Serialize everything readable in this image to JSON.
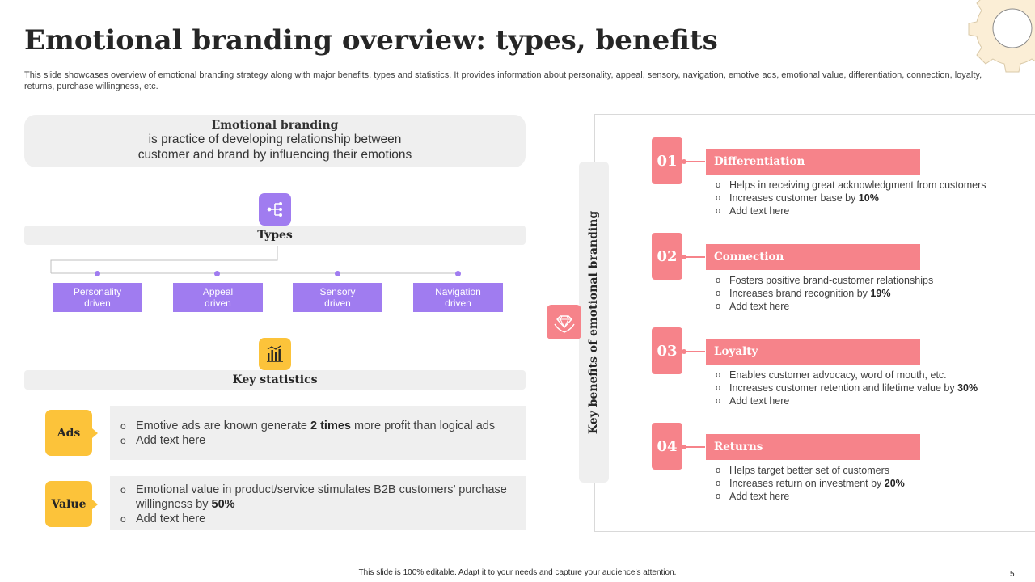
{
  "title": "Emotional branding overview: types, benefits",
  "subtitle": "This slide showcases overview of emotional branding strategy along with major benefits, types and statistics. It provides information about personality, appeal, sensory, navigation, emotive ads, emotional value, differentiation, connection, loyalty, returns, purchase willingness, etc.",
  "definition": {
    "heading": "Emotional branding",
    "line1": "is practice of developing relationship between",
    "line2": "customer and brand by influencing their emotions"
  },
  "types": {
    "heading": "Types",
    "icon": "hierarchy-icon",
    "items": [
      {
        "line1": "Personality",
        "line2": "driven"
      },
      {
        "line1": "Appeal",
        "line2": "driven"
      },
      {
        "line1": "Sensory",
        "line2": "driven"
      },
      {
        "line1": "Navigation",
        "line2": "driven"
      }
    ]
  },
  "statistics": {
    "heading": "Key statistics",
    "icon": "bar-chart-icon",
    "items": [
      {
        "tag": "Ads",
        "b1_pre": "Emotive ads are known generate ",
        "b1_bold": "2 times",
        "b1_post": " more profit than logical ads",
        "b2": "Add text here"
      },
      {
        "tag": "Value",
        "b1_pre": "Emotional value in product/service stimulates B2B customers’ purchase willingness by ",
        "b1_bold": "50%",
        "b1_post": "",
        "b2": "Add text here"
      }
    ]
  },
  "benefits": {
    "vertical_label": "Key benefits of emotional branding",
    "icon": "diamond-hands-icon",
    "items": [
      {
        "num": "01",
        "title": "Differentiation",
        "b1": "Helps in receiving great acknowledgment from customers",
        "b2_pre": "Increases customer base by ",
        "b2_bold": "10%",
        "b3": "Add text here"
      },
      {
        "num": "02",
        "title": "Connection",
        "b1": "Fosters positive brand-customer relationships",
        "b2_pre": "Increases brand recognition by ",
        "b2_bold": "19%",
        "b3": "Add text here"
      },
      {
        "num": "03",
        "title": "Loyalty",
        "b1": "Enables customer advocacy, word of mouth, etc.",
        "b2_pre": "Increases customer retention and lifetime value by ",
        "b2_bold": "30%",
        "b3": "Add text here"
      },
      {
        "num": "04",
        "title": "Returns",
        "b1": "Helps target better set of customers",
        "b2_pre": "Increases return on investment by ",
        "b2_bold": "20%",
        "b3": "Add text here"
      }
    ]
  },
  "colors": {
    "purple": "#a07cf0",
    "yellow": "#fcc33a",
    "coral": "#f6838a",
    "panel_gray": "#efefef"
  },
  "footer": "This slide is 100% editable. Adapt it to your needs and capture your audience’s attention.",
  "page_number": "5"
}
